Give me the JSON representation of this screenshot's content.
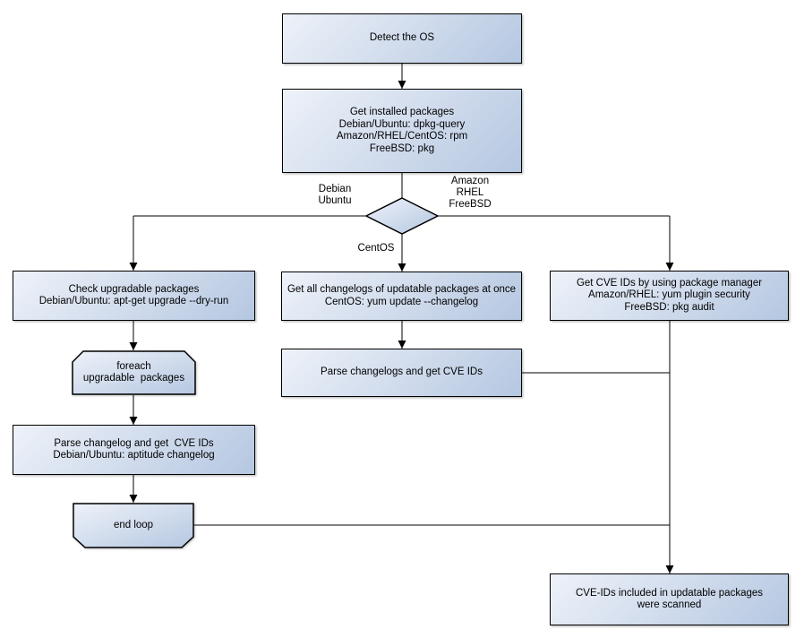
{
  "nodes": {
    "detect_os": "Detect the OS",
    "get_installed": "Get installed packages\nDebian/Ubuntu: dpkg-query\nAmazon/RHEL/CentOS: rpm\nFreeBSD: pkg",
    "check_upgradable": "Check upgradable packages\nDebian/Ubuntu: apt-get upgrade --dry-run",
    "foreach_loop": "foreach\nupgradable  packages",
    "parse_changelog_left": "Parse changelog and get  CVE IDs\nDebian/Ubuntu: aptitude changelog",
    "end_loop": "end loop",
    "get_all_changelogs": "Get all changelogs of updatable packages at once\nCentOS: yum update --changelog",
    "parse_changelogs_mid": "Parse changelogs and get CVE IDs",
    "get_cve_ids": "Get CVE IDs by using package manager\nAmazon/RHEL: yum plugin security\nFreeBSD: pkg audit",
    "result_scanned": "CVE-IDs included in updatable packages\nwere scanned"
  },
  "edge_labels": {
    "left_branch": "Debian\nUbuntu",
    "right_branch": "Amazon\nRHEL\nFreeBSD",
    "down_branch": "CentOS"
  },
  "colors": {
    "node_fill_light": "#eef2f9",
    "node_fill_dark": "#b5c7e1",
    "stroke": "#000000",
    "background": "#ffffff"
  }
}
